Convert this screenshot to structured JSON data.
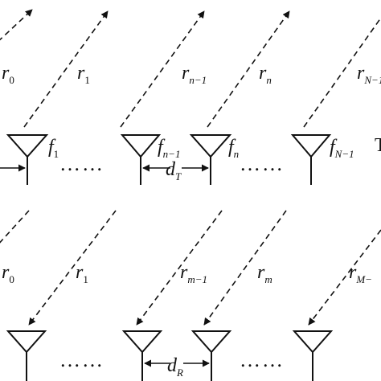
{
  "transmitter": {
    "ray_labels": [
      {
        "base": "r",
        "sub": "0"
      },
      {
        "base": "r",
        "sub": "1"
      },
      {
        "base": "r",
        "sub": "n−1"
      },
      {
        "base": "r",
        "sub": "n"
      },
      {
        "base": "r",
        "sub": "N−1"
      }
    ],
    "freq_labels": [
      {
        "base": "f",
        "sub": "1"
      },
      {
        "base": "f",
        "sub": "n−1"
      },
      {
        "base": "f",
        "sub": "n"
      },
      {
        "base": "f",
        "sub": "N−1"
      }
    ],
    "spacing_label": {
      "base": "d",
      "sub": "T"
    },
    "side_label": "T",
    "dots": "……"
  },
  "receiver": {
    "ray_labels": [
      {
        "base": "r",
        "sub": "0"
      },
      {
        "base": "r",
        "sub": "1"
      },
      {
        "base": "r",
        "sub": "m−1"
      },
      {
        "base": "r",
        "sub": "m"
      },
      {
        "base": "r",
        "sub": "M−"
      }
    ],
    "spacing_label": {
      "base": "d",
      "sub": "R"
    },
    "dots": "……"
  }
}
